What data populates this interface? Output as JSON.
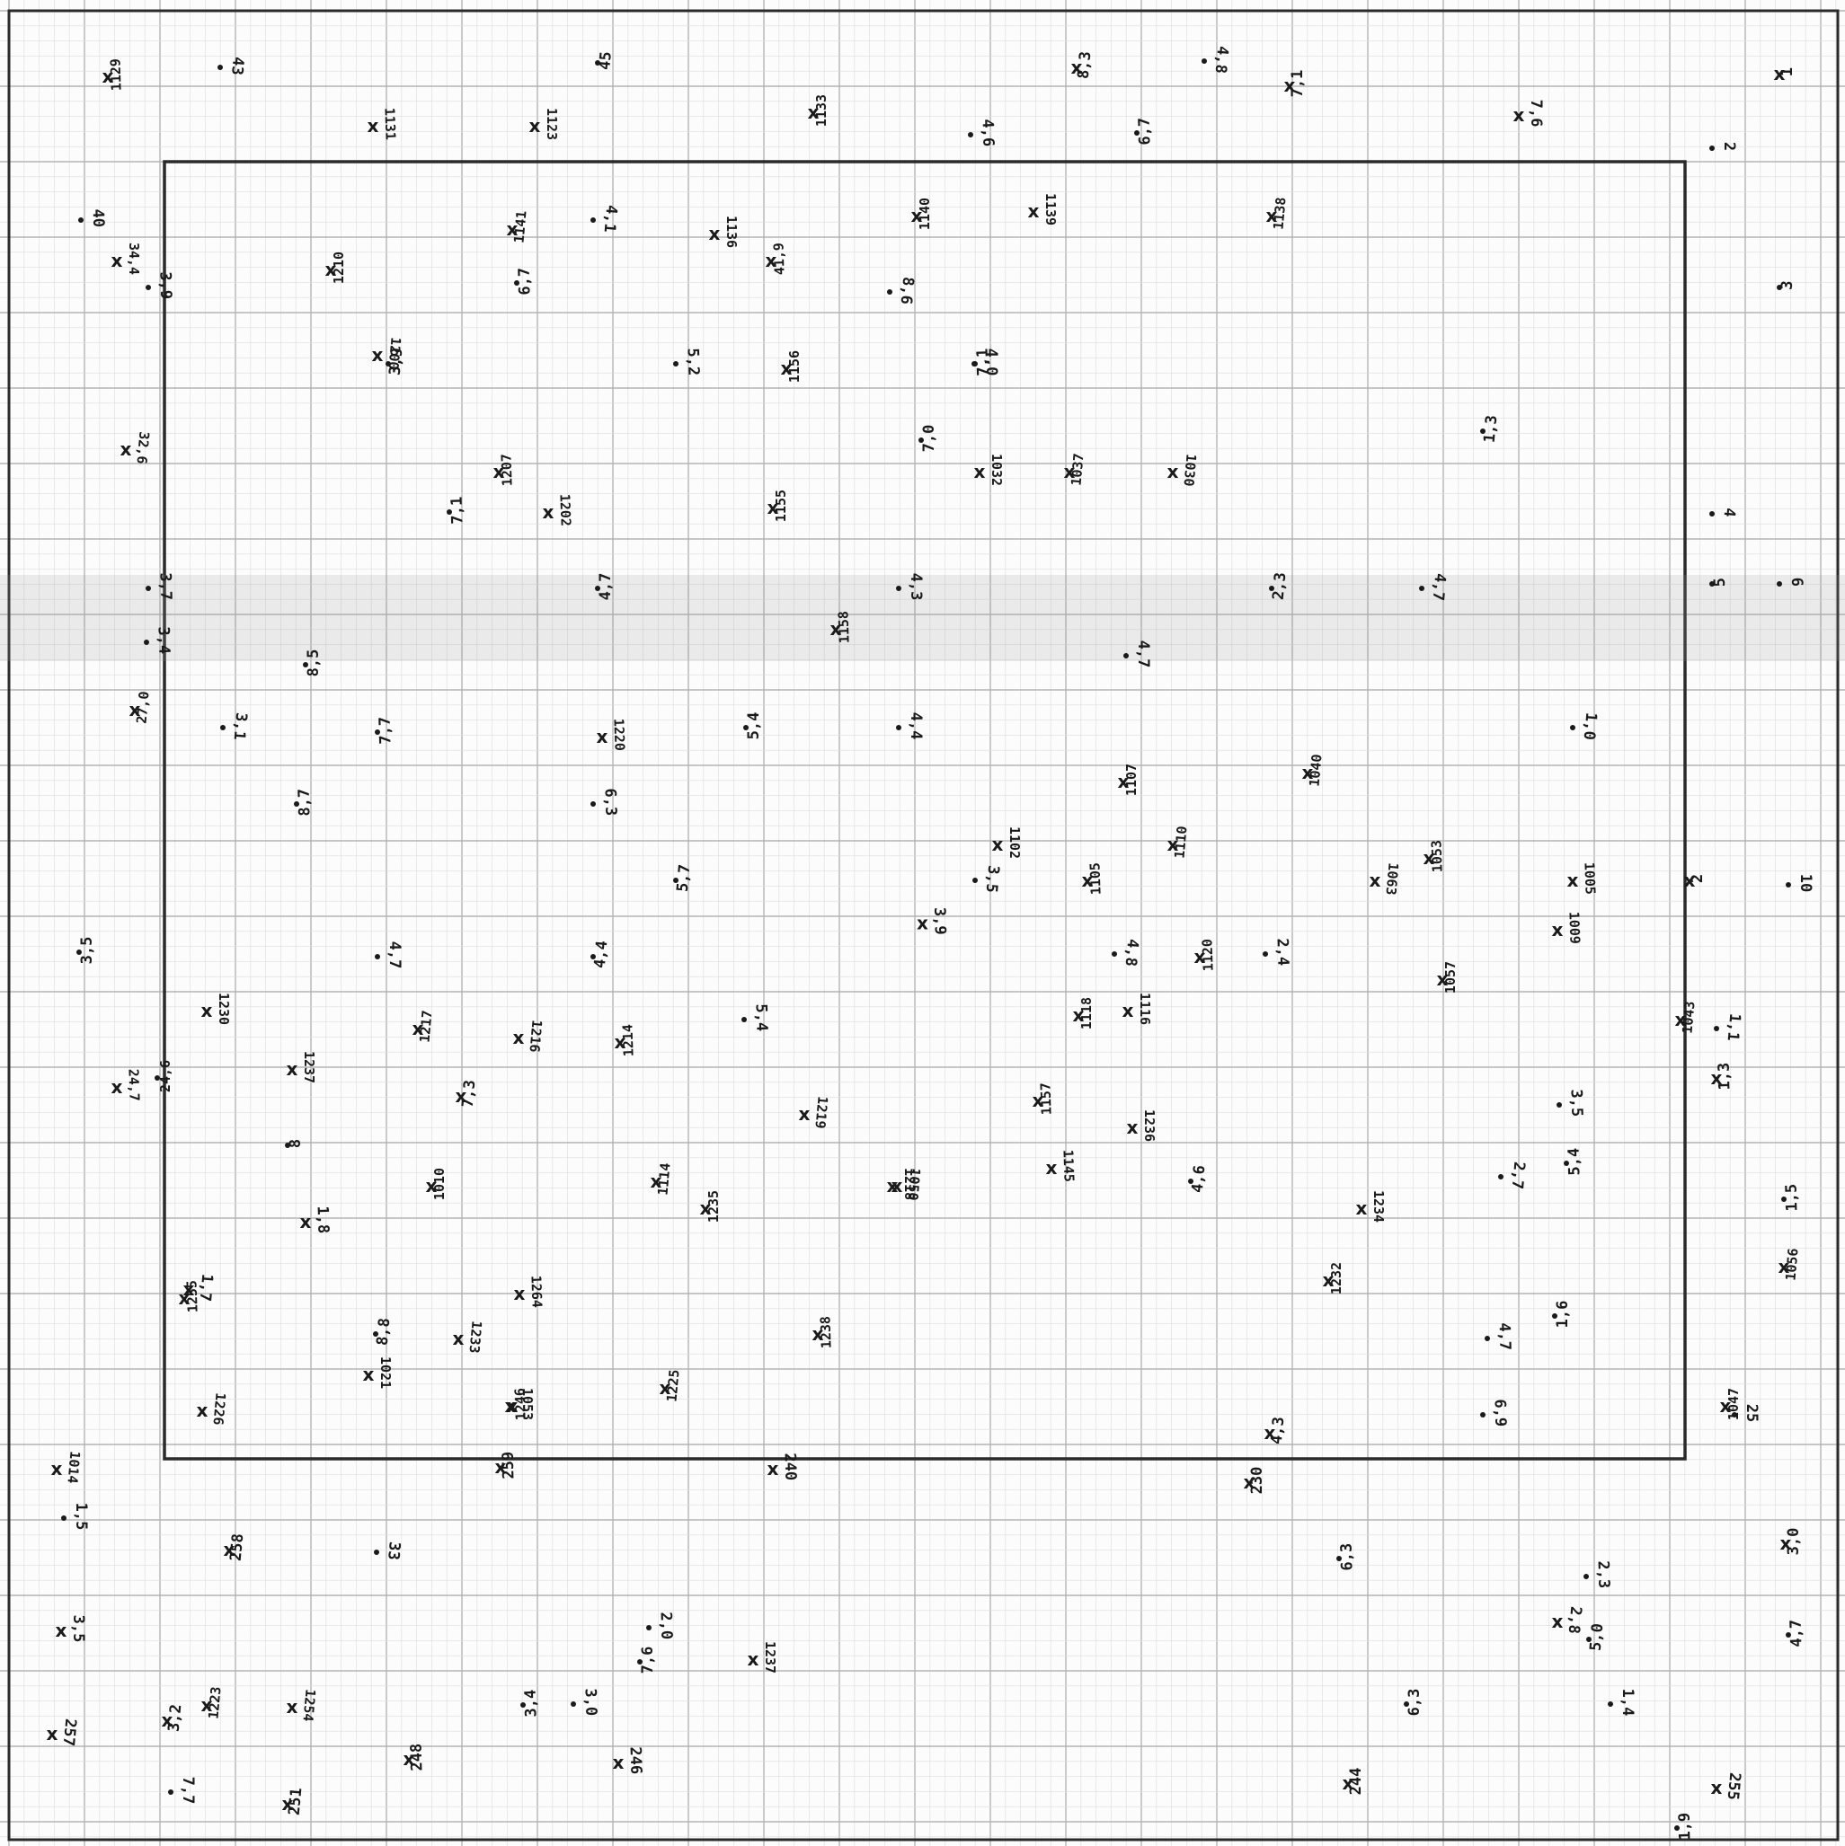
{
  "sheet": {
    "ink_color": "#1a1a1a",
    "fine_grid_color": "#dcdcdc",
    "major_grid_color": "#b4b4b4",
    "frame_color": "#2a2a2a",
    "crease_color": "#9a9a9a"
  },
  "legend": {
    "star_marker": "x",
    "reference_dot": "•"
  },
  "points": [
    {
      "label": "1",
      "type": "cross"
    },
    {
      "label": "2",
      "type": "dot"
    },
    {
      "label": "3",
      "type": "dot"
    },
    {
      "label": "4",
      "type": "dot"
    },
    {
      "label": "5",
      "type": "dot"
    },
    {
      "label": "6",
      "type": "dot"
    },
    {
      "label": "7,1",
      "type": "cross"
    },
    {
      "label": "7,6",
      "type": "cross"
    },
    {
      "label": "8,3",
      "type": "cross"
    },
    {
      "label": "4,8",
      "type": "dot"
    },
    {
      "label": "6,7",
      "type": "dot"
    },
    {
      "label": "4,6",
      "type": "dot"
    },
    {
      "label": "1133",
      "type": "cross"
    },
    {
      "label": "1123",
      "type": "cross"
    },
    {
      "label": "45",
      "type": "dot"
    },
    {
      "label": "43",
      "type": "dot"
    },
    {
      "label": "1129",
      "type": "cross"
    },
    {
      "label": "1131",
      "type": "cross"
    },
    {
      "label": "7,0",
      "type": "dot"
    },
    {
      "label": "1136",
      "type": "cross"
    },
    {
      "label": "1141",
      "type": "cross"
    },
    {
      "label": "4,1",
      "type": "dot"
    },
    {
      "label": "41,9",
      "type": "cross"
    },
    {
      "label": "40",
      "type": "dot"
    },
    {
      "label": "1140",
      "type": "cross"
    },
    {
      "label": "1139",
      "type": "cross"
    },
    {
      "label": "1138",
      "type": "cross"
    },
    {
      "label": "8,6",
      "type": "dot"
    },
    {
      "label": "6,7",
      "type": "dot"
    },
    {
      "label": "3,9",
      "type": "dot"
    },
    {
      "label": "1210",
      "type": "cross"
    },
    {
      "label": "34,4",
      "type": "cross"
    },
    {
      "label": "3,9",
      "type": "dot"
    },
    {
      "label": "1200",
      "type": "cross"
    },
    {
      "label": "7,1",
      "type": "dot"
    },
    {
      "label": "5,2",
      "type": "dot"
    },
    {
      "label": "1156",
      "type": "cross"
    },
    {
      "label": "4,0",
      "type": "dot"
    },
    {
      "label": "1,3",
      "type": "dot"
    },
    {
      "label": "32,6",
      "type": "cross"
    },
    {
      "label": "1207",
      "type": "cross"
    },
    {
      "label": "1202",
      "type": "cross"
    },
    {
      "label": "1155",
      "type": "cross"
    },
    {
      "label": "1032",
      "type": "cross"
    },
    {
      "label": "1037",
      "type": "cross"
    },
    {
      "label": "1030",
      "type": "cross"
    },
    {
      "label": "7,1",
      "type": "dot"
    },
    {
      "label": "3,7",
      "type": "dot"
    },
    {
      "label": "4,7",
      "type": "dot"
    },
    {
      "label": "4,3",
      "type": "dot"
    },
    {
      "label": "2,3",
      "type": "dot"
    },
    {
      "label": "4,7",
      "type": "dot"
    },
    {
      "label": "1158",
      "type": "cross"
    },
    {
      "label": "3,4",
      "type": "dot"
    },
    {
      "label": "8,5",
      "type": "dot"
    },
    {
      "label": "4,7",
      "type": "dot"
    },
    {
      "label": "27,0",
      "type": "cross"
    },
    {
      "label": "3,1",
      "type": "dot"
    },
    {
      "label": "7,7",
      "type": "dot"
    },
    {
      "label": "1220",
      "type": "cross"
    },
    {
      "label": "5,4",
      "type": "dot"
    },
    {
      "label": "4,4",
      "type": "dot"
    },
    {
      "label": "1040",
      "type": "cross"
    },
    {
      "label": "1,0",
      "type": "dot"
    },
    {
      "label": "8,7",
      "type": "dot"
    },
    {
      "label": "6,3",
      "type": "dot"
    },
    {
      "label": "1107",
      "type": "cross"
    },
    {
      "label": "1102",
      "type": "cross"
    },
    {
      "label": "1110",
      "type": "cross"
    },
    {
      "label": "1063",
      "type": "cross"
    },
    {
      "label": "1053",
      "type": "cross"
    },
    {
      "label": "1005",
      "type": "cross"
    },
    {
      "label": "2",
      "type": "cross"
    },
    {
      "label": "10",
      "type": "dot"
    },
    {
      "label": "5,7",
      "type": "dot"
    },
    {
      "label": "3,5",
      "type": "dot"
    },
    {
      "label": "1105",
      "type": "cross"
    },
    {
      "label": "1009",
      "type": "cross"
    },
    {
      "label": "3,5",
      "type": "dot"
    },
    {
      "label": "4,7",
      "type": "dot"
    },
    {
      "label": "4,4",
      "type": "dot"
    },
    {
      "label": "4,8",
      "type": "dot"
    },
    {
      "label": "1120",
      "type": "cross"
    },
    {
      "label": "2,4",
      "type": "dot"
    },
    {
      "label": "1057",
      "type": "cross"
    },
    {
      "label": "1230",
      "type": "cross"
    },
    {
      "label": "1217",
      "type": "cross"
    },
    {
      "label": "1216",
      "type": "cross"
    },
    {
      "label": "1214",
      "type": "cross"
    },
    {
      "label": "5,4",
      "type": "dot"
    },
    {
      "label": "1118",
      "type": "cross"
    },
    {
      "label": "1116",
      "type": "cross"
    },
    {
      "label": "1043",
      "type": "cross"
    },
    {
      "label": "1,1",
      "type": "dot"
    },
    {
      "label": "1,3",
      "type": "cross"
    },
    {
      "label": "24,7",
      "type": "cross"
    },
    {
      "label": "24,6",
      "type": "dot"
    },
    {
      "label": "1237",
      "type": "cross"
    },
    {
      "label": "7,3",
      "type": "cross"
    },
    {
      "label": "1219",
      "type": "cross"
    },
    {
      "label": "1157",
      "type": "cross"
    },
    {
      "label": "3,5",
      "type": "dot"
    },
    {
      "label": "8",
      "type": "dot"
    },
    {
      "label": "1236",
      "type": "cross"
    },
    {
      "label": "1114",
      "type": "cross"
    },
    {
      "label": "1050",
      "type": "cross"
    },
    {
      "label": "5,4",
      "type": "dot"
    },
    {
      "label": "1145",
      "type": "cross"
    },
    {
      "label": "1010",
      "type": "cross"
    },
    {
      "label": "1218",
      "type": "cross"
    },
    {
      "label": "4,6",
      "type": "dot"
    },
    {
      "label": "2,7",
      "type": "dot"
    },
    {
      "label": "1,5",
      "type": "dot"
    },
    {
      "label": "1,8",
      "type": "cross"
    },
    {
      "label": "1235",
      "type": "cross"
    },
    {
      "label": "1234",
      "type": "cross"
    },
    {
      "label": "1056",
      "type": "cross"
    },
    {
      "label": "1,7",
      "type": "cross"
    },
    {
      "label": "1255",
      "type": "cross"
    },
    {
      "label": "1264",
      "type": "cross"
    },
    {
      "label": "1232",
      "type": "cross"
    },
    {
      "label": "1053",
      "type": "cross"
    },
    {
      "label": "8,8",
      "type": "dot"
    },
    {
      "label": "1233",
      "type": "cross"
    },
    {
      "label": "1238",
      "type": "cross"
    },
    {
      "label": "4,7",
      "type": "dot"
    },
    {
      "label": "1,6",
      "type": "dot"
    },
    {
      "label": "1021",
      "type": "cross"
    },
    {
      "label": "1225",
      "type": "cross"
    },
    {
      "label": "1226",
      "type": "cross"
    },
    {
      "label": "1246",
      "type": "cross"
    },
    {
      "label": "6,9",
      "type": "dot"
    },
    {
      "label": "1047",
      "type": "cross"
    },
    {
      "label": "25",
      "type": "dot"
    },
    {
      "label": "4,3",
      "type": "cross"
    },
    {
      "label": "1014",
      "type": "cross"
    },
    {
      "label": "259",
      "type": "cross"
    },
    {
      "label": "240",
      "type": "cross"
    },
    {
      "label": "230",
      "type": "cross"
    },
    {
      "label": "1,5",
      "type": "dot"
    },
    {
      "label": "258",
      "type": "cross"
    },
    {
      "label": "33",
      "type": "dot"
    },
    {
      "label": "6,3",
      "type": "dot"
    },
    {
      "label": "2,3",
      "type": "dot"
    },
    {
      "label": "3,0",
      "type": "cross"
    },
    {
      "label": "3,5",
      "type": "cross"
    },
    {
      "label": "5,0",
      "type": "dot"
    },
    {
      "label": "2,8",
      "type": "cross"
    },
    {
      "label": "4,7",
      "type": "dot"
    },
    {
      "label": "2,0",
      "type": "dot"
    },
    {
      "label": "7,6",
      "type": "dot"
    },
    {
      "label": "1237",
      "type": "cross"
    },
    {
      "label": "1223",
      "type": "cross"
    },
    {
      "label": "1254",
      "type": "cross"
    },
    {
      "label": "3,4",
      "type": "dot"
    },
    {
      "label": "3,0",
      "type": "dot"
    },
    {
      "label": "6,3",
      "type": "dot"
    },
    {
      "label": "1,4",
      "type": "dot"
    },
    {
      "label": "3,2",
      "type": "cross"
    },
    {
      "label": "257",
      "type": "cross"
    },
    {
      "label": "248",
      "type": "cross"
    },
    {
      "label": "246",
      "type": "cross"
    },
    {
      "label": "244",
      "type": "cross"
    },
    {
      "label": "7,7",
      "type": "dot"
    },
    {
      "label": "251",
      "type": "cross"
    },
    {
      "label": "255",
      "type": "cross"
    },
    {
      "label": "1,9",
      "type": "dot"
    },
    {
      "label": "3,9",
      "type": "cross"
    }
  ]
}
